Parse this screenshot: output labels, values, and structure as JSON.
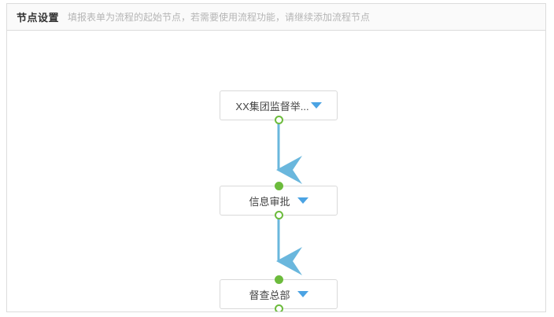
{
  "panel": {
    "header": {
      "title": "节点设置",
      "hint": "填报表单为流程的起始节点，若需要使用流程功能，请继续添加流程节点"
    }
  },
  "flow": {
    "accent_color": "#4ba3e3",
    "port_color": "#6cbb3c",
    "connector_color": "#6ab7dd",
    "nodes": [
      {
        "label": "XX集团监督举...",
        "caret_icon": "caret-down-icon",
        "has_input_port": false,
        "has_output_port": true
      },
      {
        "label": "信息审批",
        "caret_icon": "caret-down-icon",
        "has_input_port": true,
        "has_output_port": true
      },
      {
        "label": "督查总部",
        "caret_icon": "caret-down-icon",
        "has_input_port": true,
        "has_output_port": true
      }
    ],
    "connectors": [
      {
        "from": "XX集团监督举...",
        "to": "信息审批"
      },
      {
        "from": "信息审批",
        "to": "督查总部"
      }
    ]
  }
}
